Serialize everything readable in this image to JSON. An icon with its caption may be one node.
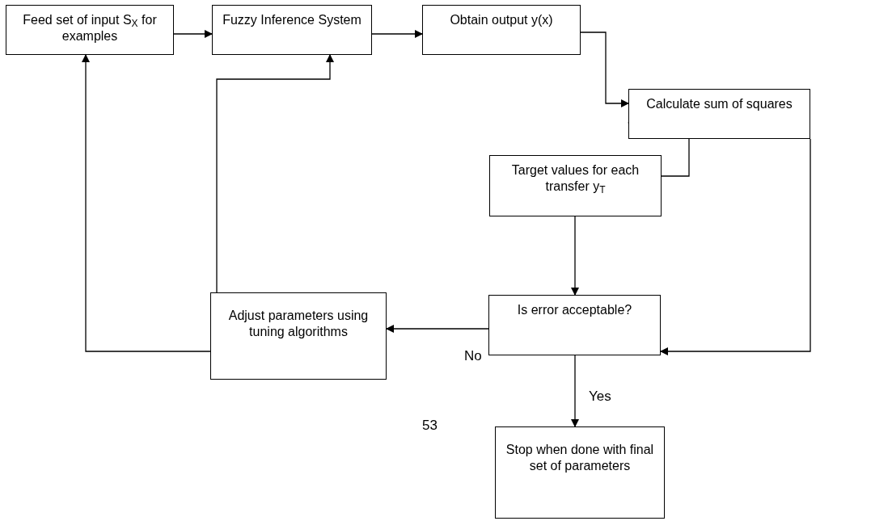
{
  "diagram": {
    "nodes": [
      {
        "text": [
          "Feed set of input S$_{X}$ for examples"
        ]
      },
      {
        "text": [
          "Fuzzy Inference System"
        ]
      },
      {
        "text": [
          "Obtain output y(x)"
        ]
      },
      {
        "text": [
          "Calculate sum of squares"
        ]
      },
      {
        "text": [
          "Target values for each transfer y$_{T}$"
        ]
      },
      {
        "text": [
          "Is error acceptable?"
        ]
      },
      {
        "text": [
          "Adjust parameters using tuning algorithms"
        ]
      },
      {
        "text": [
          "Stop when done with final set of parameters"
        ]
      }
    ],
    "edges": [
      {
        "from": 0,
        "to": 1,
        "arrow": "to"
      },
      {
        "from": 1,
        "to": 2,
        "arrow": "to"
      },
      {
        "from": 2,
        "to": 3,
        "arrow": "to"
      },
      {
        "from": 4,
        "to": 3,
        "arrow": "to"
      },
      {
        "from": 3,
        "to": 5,
        "arrow": "to"
      },
      {
        "from": 4,
        "to": 5,
        "arrow": "to"
      },
      {
        "from": 5,
        "to": 6,
        "arrow": "to",
        "label": "No"
      },
      {
        "from": 5,
        "to": 7,
        "arrow": "to",
        "label": "Yes"
      },
      {
        "from": 6,
        "to": 0,
        "arrow": "to"
      },
      {
        "from": 6,
        "to": 1,
        "arrow": "to"
      }
    ],
    "labels": [
      "53"
    ]
  }
}
